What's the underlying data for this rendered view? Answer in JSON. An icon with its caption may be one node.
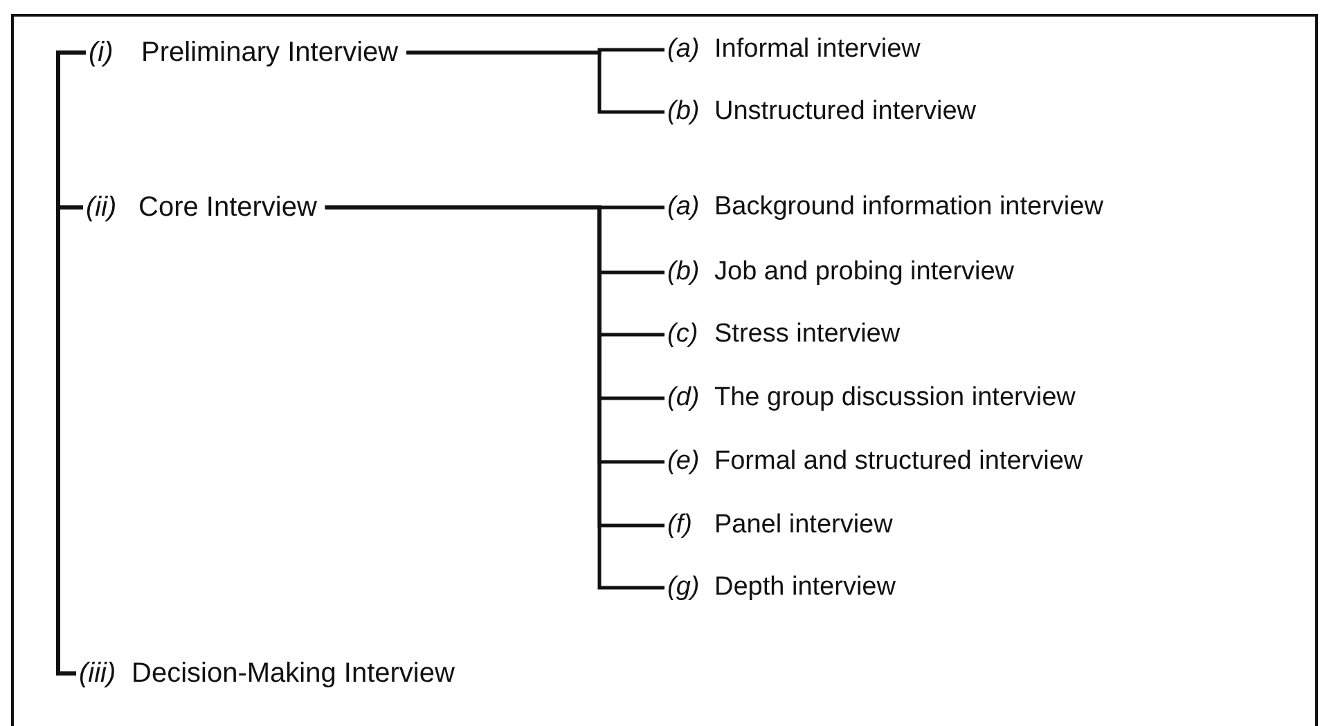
{
  "diagram": {
    "nodes": [
      {
        "text": [
          "(i)",
          "Preliminary Interview"
        ]
      },
      {
        "text": [
          "(a)",
          "Informal interview"
        ]
      },
      {
        "text": [
          "(b)",
          "Unstructured interview"
        ]
      },
      {
        "text": [
          "(ii)",
          "Core Interview"
        ]
      },
      {
        "text": [
          "(a)",
          "Background information interview"
        ]
      },
      {
        "text": [
          "(b)",
          "Job and probing interview"
        ]
      },
      {
        "text": [
          "(c)",
          "Stress interview"
        ]
      },
      {
        "text": [
          "(d)",
          "The group discussion interview"
        ]
      },
      {
        "text": [
          "(e)",
          "Formal and structured interview"
        ]
      },
      {
        "text": [
          "(f)",
          "Panel interview"
        ]
      },
      {
        "text": [
          "(g)",
          "Depth interview"
        ]
      },
      {
        "text": [
          "(iii)",
          "Decision-Making Interview"
        ]
      }
    ],
    "edges": [
      {
        "from": 0,
        "to": 1,
        "arrow": "none"
      },
      {
        "from": 0,
        "to": 2,
        "arrow": "none"
      },
      {
        "from": 3,
        "to": 4,
        "arrow": "none"
      },
      {
        "from": 3,
        "to": 5,
        "arrow": "none"
      },
      {
        "from": 3,
        "to": 6,
        "arrow": "none"
      },
      {
        "from": 3,
        "to": 7,
        "arrow": "none"
      },
      {
        "from": 3,
        "to": 8,
        "arrow": "none"
      },
      {
        "from": 3,
        "to": 9,
        "arrow": "none"
      },
      {
        "from": 3,
        "to": 10,
        "arrow": "none"
      },
      {
        "from": 0,
        "to": 3,
        "arrow": "none"
      },
      {
        "from": 3,
        "to": 11,
        "arrow": "none"
      }
    ]
  }
}
